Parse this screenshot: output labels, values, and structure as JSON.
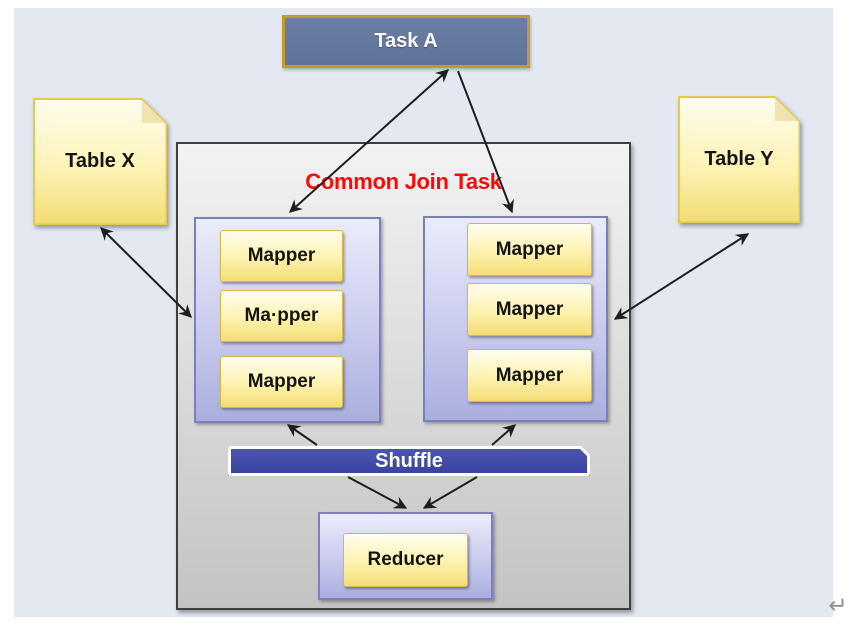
{
  "page": {
    "return_mark": "↵"
  },
  "diagram": {
    "title": {
      "text": "Common Join Task"
    },
    "nodes": {
      "task_a": {
        "label": "Task A"
      },
      "table_x": {
        "label": "Table X"
      },
      "table_y": {
        "label": "Table Y"
      },
      "left_mapper_group": {
        "mappers": [
          "Mapper",
          "Ma·pper",
          "Mapper"
        ]
      },
      "right_mapper_group": {
        "mappers": [
          "Mapper",
          "Mapper",
          "Mapper"
        ]
      },
      "shuffle": {
        "label": "Shuffle"
      },
      "reducer": {
        "label": "Reducer"
      }
    },
    "edges": [
      {
        "from": "task-a",
        "to": "left-mapper-group",
        "heads": "both"
      },
      {
        "from": "task-a",
        "to": "right-mapper-group",
        "heads": "end"
      },
      {
        "from": "table-x",
        "to": "left-mapper-group",
        "heads": "both"
      },
      {
        "from": "table-y",
        "to": "right-mapper-group",
        "heads": "both"
      },
      {
        "from": "shuffle",
        "to": "left-mapper-group",
        "heads": "end"
      },
      {
        "from": "shuffle",
        "to": "right-mapper-group",
        "heads": "end"
      },
      {
        "from": "shuffle",
        "to": "reducer",
        "heads": "end"
      },
      {
        "from": "shuffle",
        "to": "reducer",
        "heads": "end"
      }
    ],
    "colors": {
      "page_bg": "#ffffff",
      "slide_bg": "#e4e8f1",
      "title_color": "#fa0a05",
      "task_fill": "#5f7298",
      "task_border": "#bf9b30",
      "note_fill_top": "#fffced",
      "note_fill_bottom": "#f2dc74",
      "note_border": "#e2c94f",
      "group_fill_top": "#ebecfa",
      "group_fill_bottom": "#a9aedd",
      "group_border": "#7b7fba",
      "mapper_fill_top": "#fffdf0",
      "mapper_fill_bottom": "#f4dd76",
      "mapper_border": "#d6b94e",
      "container_fill_top": "#f3f3f3",
      "container_fill_bottom": "#c3c3c3",
      "container_border": "#3f3f3f",
      "shuffle_fill": "#3a44a0",
      "arrow": "#1e1e1e",
      "return_mark_color": "#8f8f8f"
    }
  }
}
